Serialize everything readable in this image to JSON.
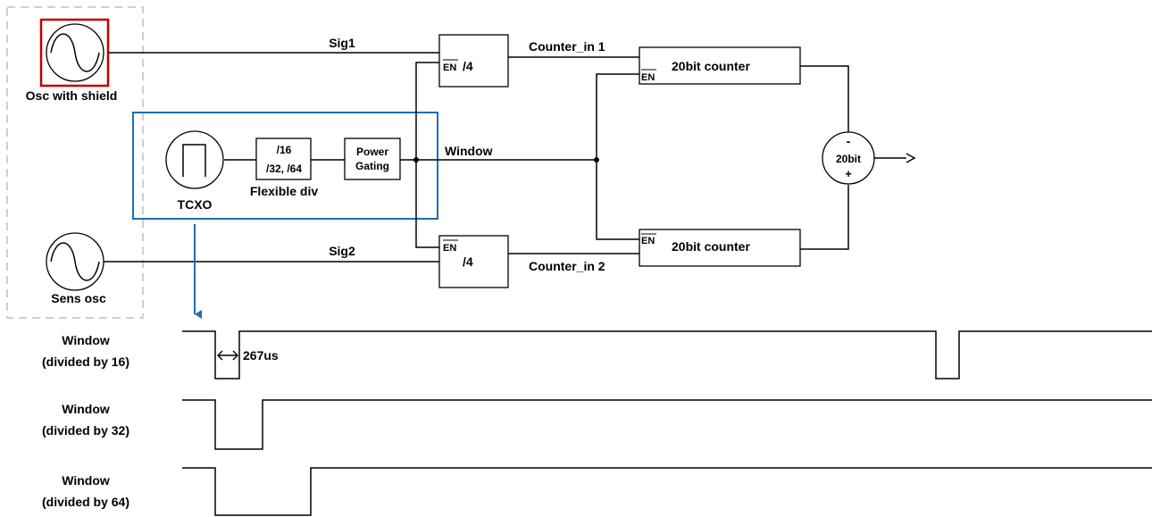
{
  "labels": {
    "sig1": "Sig1",
    "sig2": "Sig2",
    "osc_shield": "Osc with shield",
    "sens_osc": "Sens osc",
    "tcxo": "TCXO",
    "flexible_div": "Flexible div",
    "div_line1": "/16",
    "div_line2": "/32, /64",
    "power_line1": "Power",
    "power_line2": "Gating",
    "window": "Window",
    "en": "EN",
    "div4": "/4",
    "counter_in1": "Counter_in 1",
    "counter_in2": "Counter_in 2",
    "counter": "20bit counter",
    "sub_minus": "-",
    "sub_label": "20bit",
    "sub_plus": "+",
    "duration": "267us"
  },
  "waveforms": [
    {
      "line1": "Window",
      "line2": "(divided by 16)"
    },
    {
      "line1": "Window",
      "line2": "(divided by 32)"
    },
    {
      "line1": "Window",
      "line2": "(divided by 64)"
    }
  ],
  "colors": {
    "shield_box": "#c00000",
    "tcxo_group": "#1f6fb5",
    "arrow": "#1f6fb5",
    "dashed_group": "#bfbfbf",
    "line": "#000000"
  }
}
